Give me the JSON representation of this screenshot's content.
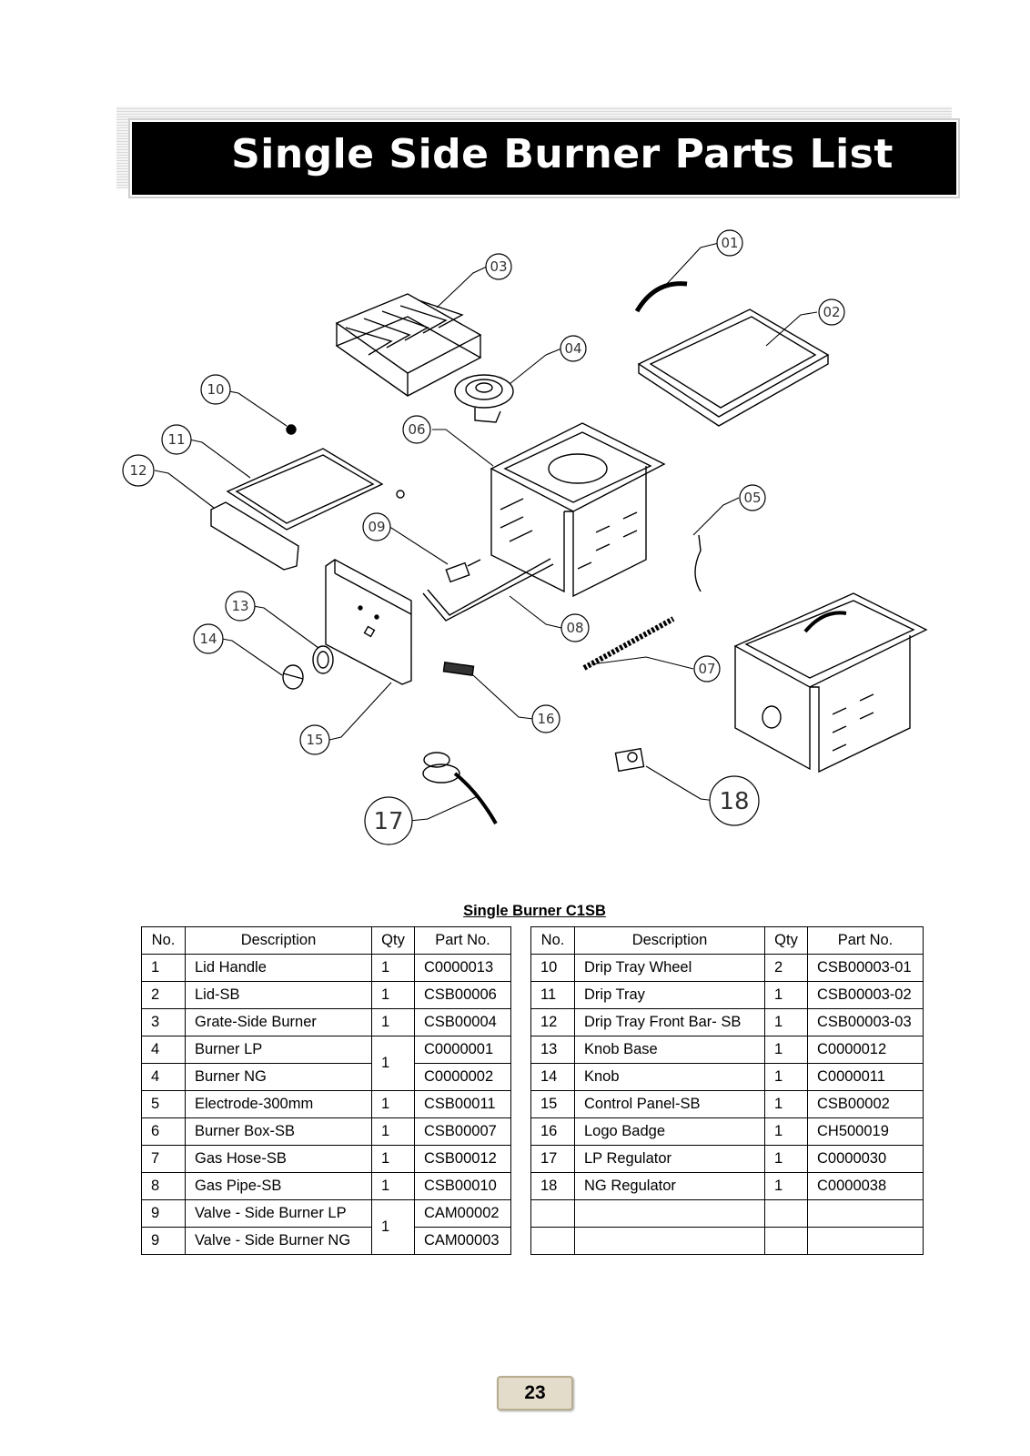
{
  "header": {
    "title": "Single Side Burner Parts List"
  },
  "diagram": {
    "callouts": [
      "01",
      "02",
      "03",
      "04",
      "05",
      "06",
      "07",
      "08",
      "09",
      "10",
      "11",
      "12",
      "13",
      "14",
      "15",
      "16",
      "17",
      "18"
    ]
  },
  "table_caption": "Single Burner C1SB",
  "table_headers": {
    "no": "No.",
    "description": "Description",
    "qty": "Qty",
    "part_no": "Part No."
  },
  "left_rows": [
    {
      "no": "1",
      "description": "Lid Handle",
      "qty": "1",
      "part_no": "C0000013"
    },
    {
      "no": "2",
      "description": "Lid-SB",
      "qty": "1",
      "part_no": "CSB00006"
    },
    {
      "no": "3",
      "description": "Grate-Side Burner",
      "qty": "1",
      "part_no": "CSB00004"
    },
    {
      "no": "4",
      "description": "Burner LP",
      "qty": "1",
      "part_no": "C0000001"
    },
    {
      "no": "4",
      "description": "Burner NG",
      "qty": "",
      "part_no": "C0000002"
    },
    {
      "no": "5",
      "description": "Electrode-300mm",
      "qty": "1",
      "part_no": "CSB00011"
    },
    {
      "no": "6",
      "description": "Burner Box-SB",
      "qty": "1",
      "part_no": "CSB00007"
    },
    {
      "no": "7",
      "description": "Gas Hose-SB",
      "qty": "1",
      "part_no": "CSB00012"
    },
    {
      "no": "8",
      "description": "Gas Pipe-SB",
      "qty": "1",
      "part_no": "CSB00010"
    },
    {
      "no": "9",
      "description": "Valve - Side Burner LP",
      "qty": "1",
      "part_no": "CAM00002"
    },
    {
      "no": "9",
      "description": "Valve - Side Burner NG",
      "qty": "",
      "part_no": "CAM00003"
    }
  ],
  "right_rows": [
    {
      "no": "10",
      "description": "Drip Tray Wheel",
      "qty": "2",
      "part_no": "CSB00003-01"
    },
    {
      "no": "11",
      "description": "Drip Tray",
      "qty": "1",
      "part_no": "CSB00003-02"
    },
    {
      "no": "12",
      "description": "Drip Tray Front Bar- SB",
      "qty": "1",
      "part_no": "CSB00003-03"
    },
    {
      "no": "13",
      "description": "Knob Base",
      "qty": "1",
      "part_no": "C0000012"
    },
    {
      "no": "14",
      "description": "Knob",
      "qty": "1",
      "part_no": "C0000011"
    },
    {
      "no": "15",
      "description": "Control Panel-SB",
      "qty": "1",
      "part_no": "CSB00002"
    },
    {
      "no": "16",
      "description": "Logo Badge",
      "qty": "1",
      "part_no": "CH500019"
    },
    {
      "no": "17",
      "description": "LP Regulator",
      "qty": "1",
      "part_no": "C0000030"
    },
    {
      "no": "18",
      "description": "NG Regulator",
      "qty": "1",
      "part_no": "C0000038"
    },
    {
      "no": "",
      "description": "",
      "qty": "",
      "part_no": ""
    },
    {
      "no": "",
      "description": "",
      "qty": "",
      "part_no": ""
    }
  ],
  "page_number": "23"
}
